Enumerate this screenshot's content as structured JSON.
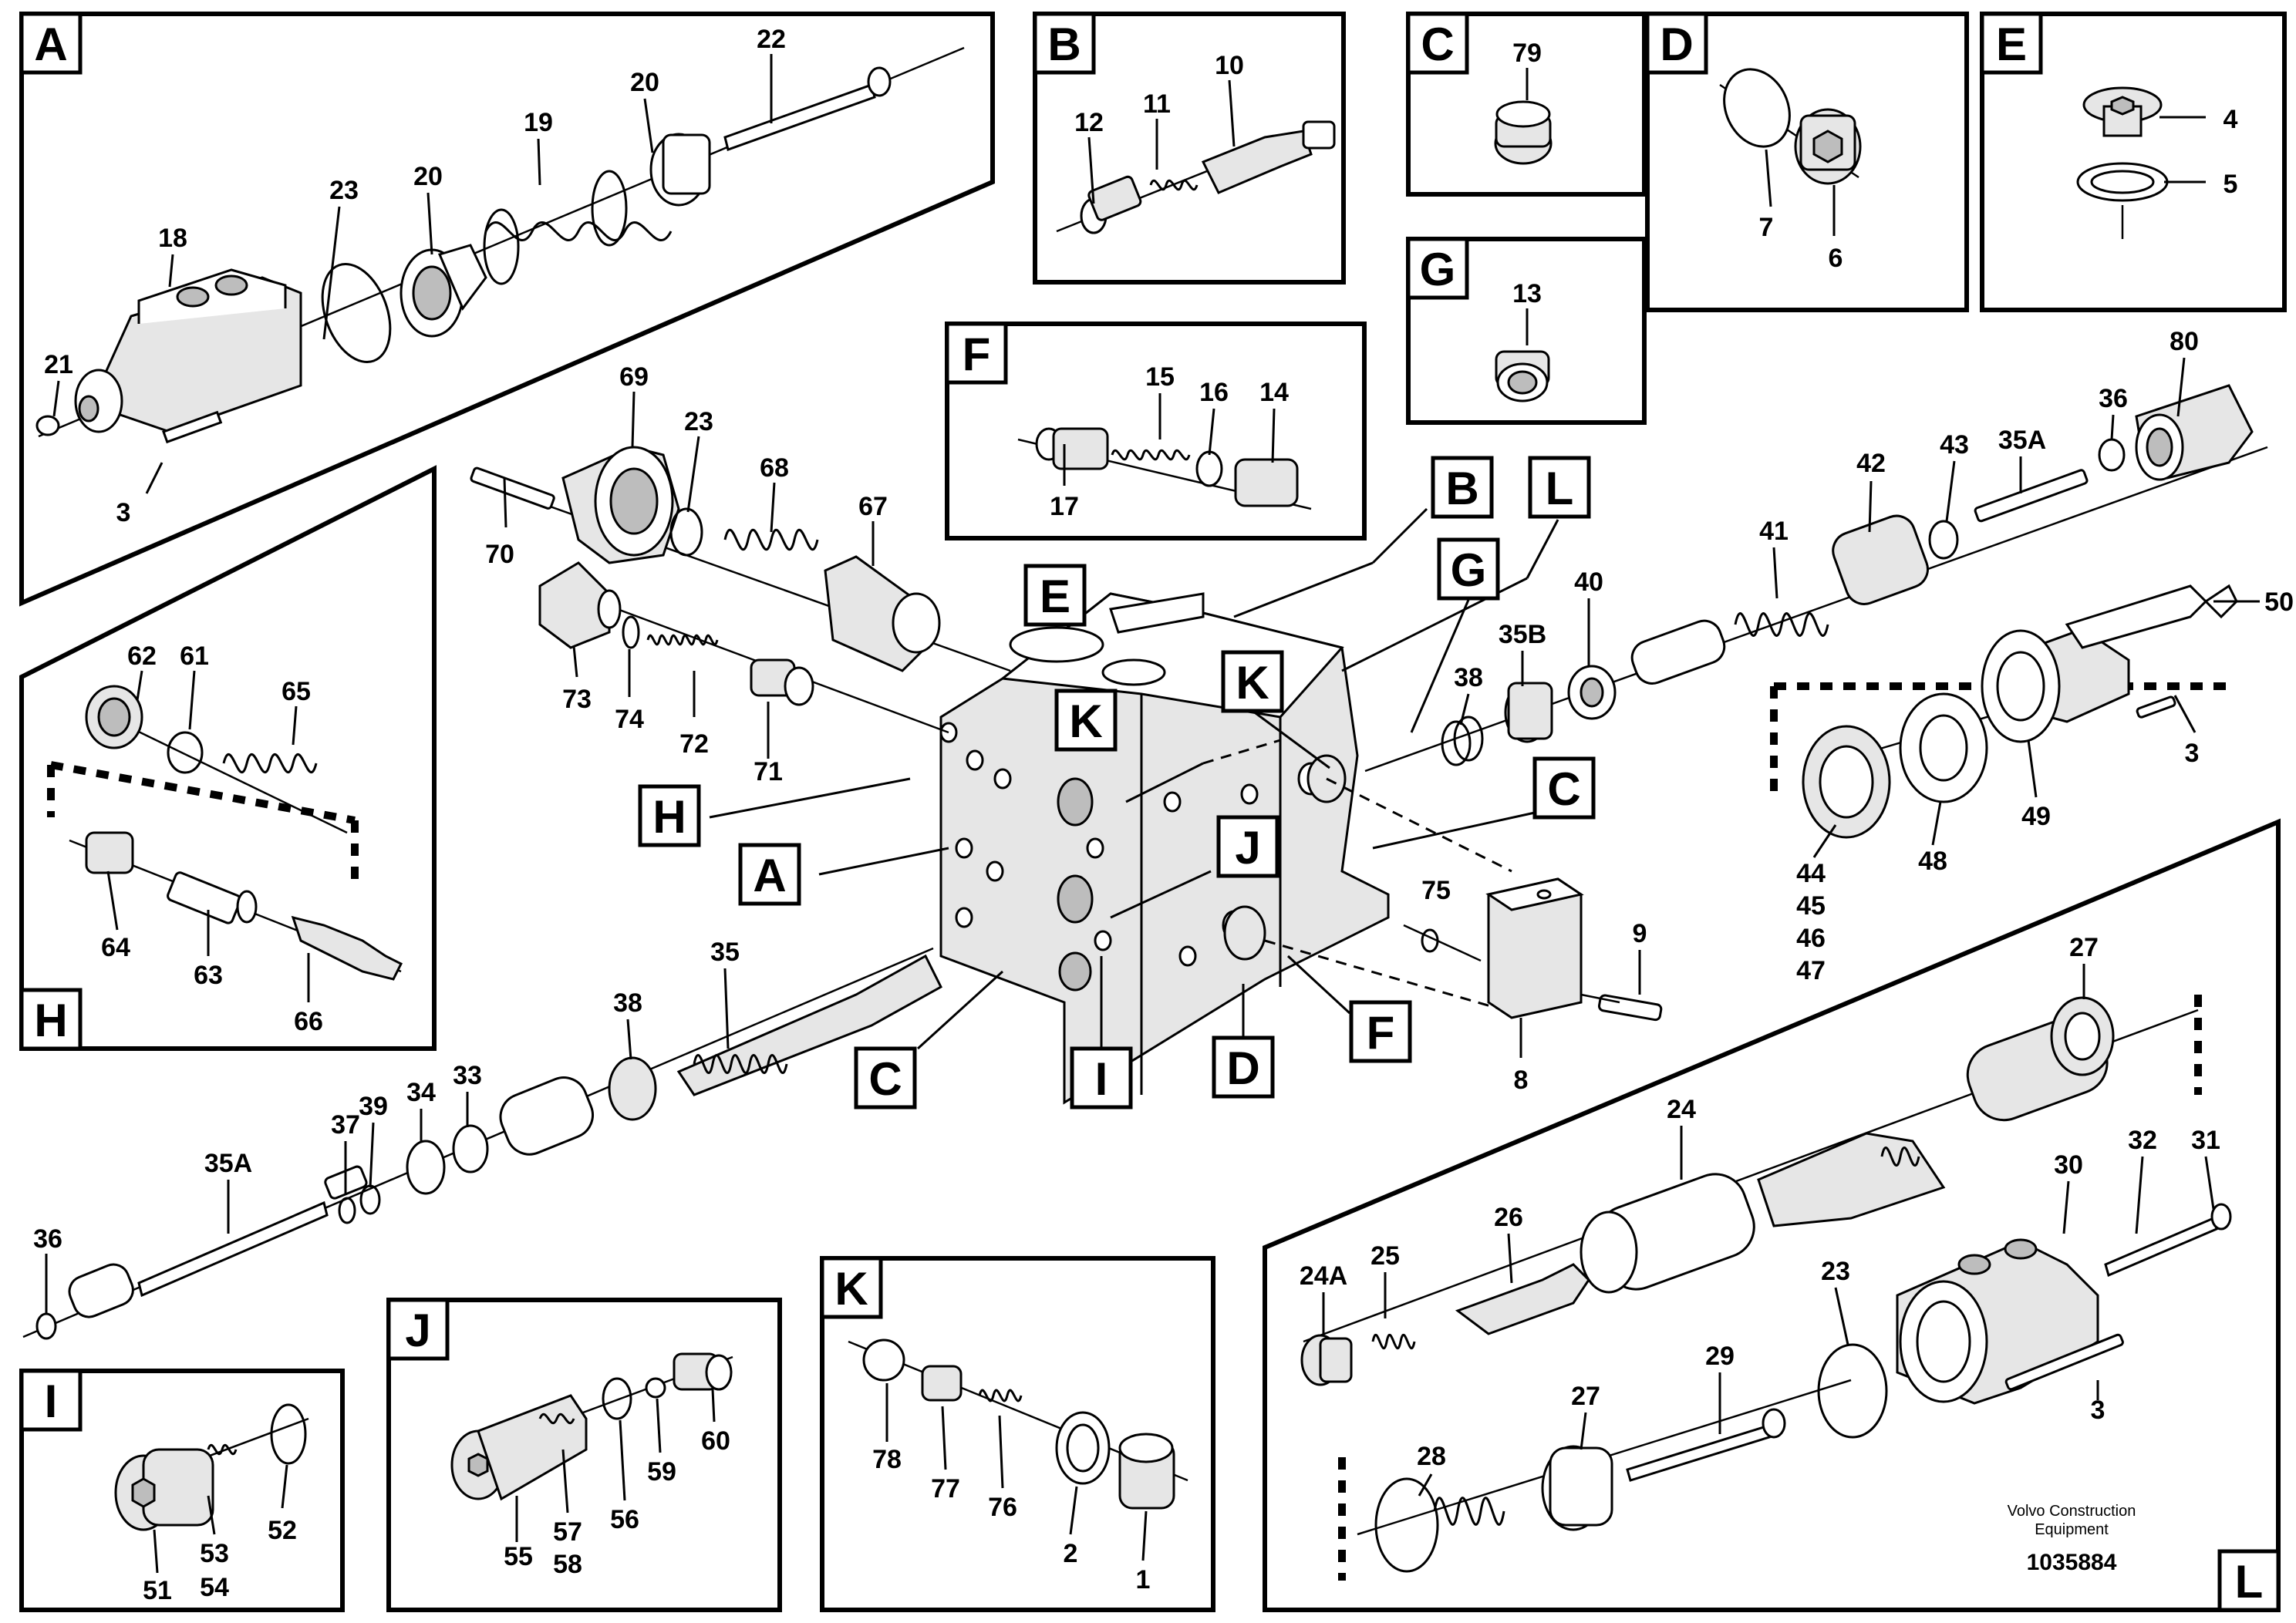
{
  "sections": {
    "A": "A",
    "B": "B",
    "C": "C",
    "D": "D",
    "E": "E",
    "F": "F",
    "G": "G",
    "H": "H",
    "I": "I",
    "J": "J",
    "K": "K",
    "L": "L"
  },
  "refs": {
    "A": "A",
    "B": "B",
    "C1": "C",
    "C2": "C",
    "D": "D",
    "E": "E",
    "F": "F",
    "G": "G",
    "H": "H",
    "I": "I",
    "J": "J",
    "K1": "K",
    "K2": "K",
    "L": "L"
  },
  "parts": {
    "p1": "1",
    "p2": "2",
    "p3a": "3",
    "p3b": "3",
    "p3c": "3",
    "p4": "4",
    "p5": "5",
    "p6": "6",
    "p7": "7",
    "p8": "8",
    "p9": "9",
    "p10": "10",
    "p11": "11",
    "p12": "12",
    "p13": "13",
    "p14": "14",
    "p15": "15",
    "p16": "16",
    "p17": "17",
    "p18": "18",
    "p19": "19",
    "p20a": "20",
    "p20b": "20",
    "p21": "21",
    "p22": "22",
    "p23a": "23",
    "p23b": "23",
    "p23c": "23",
    "p24": "24",
    "p24A": "24A",
    "p25": "25",
    "p26": "26",
    "p27a": "27",
    "p27b": "27",
    "p28": "28",
    "p29": "29",
    "p30": "30",
    "p31": "31",
    "p32": "32",
    "p33": "33",
    "p34": "34",
    "p35": "35",
    "p35Aa": "35A",
    "p35Ab": "35A",
    "p35B": "35B",
    "p36a": "36",
    "p36b": "36",
    "p37": "37",
    "p38a": "38",
    "p38b": "38",
    "p39": "39",
    "p40": "40",
    "p41": "41",
    "p42": "42",
    "p43": "43",
    "p44": "44",
    "p45": "45",
    "p46": "46",
    "p47": "47",
    "p48": "48",
    "p49": "49",
    "p50": "50",
    "p51": "51",
    "p52": "52",
    "p53": "53",
    "p54": "54",
    "p55": "55",
    "p56": "56",
    "p57": "57",
    "p58": "58",
    "p59": "59",
    "p60": "60",
    "p61": "61",
    "p62": "62",
    "p63": "63",
    "p64": "64",
    "p65": "65",
    "p66": "66",
    "p67": "67",
    "p68": "68",
    "p69": "69",
    "p70": "70",
    "p71": "71",
    "p72": "72",
    "p73": "73",
    "p74": "74",
    "p75": "75",
    "p76": "76",
    "p77": "77",
    "p78": "78",
    "p79": "79",
    "p80": "80"
  },
  "footer": {
    "credit_line1": "Volvo Construction",
    "credit_line2": "Equipment",
    "document_number": "1035884"
  }
}
